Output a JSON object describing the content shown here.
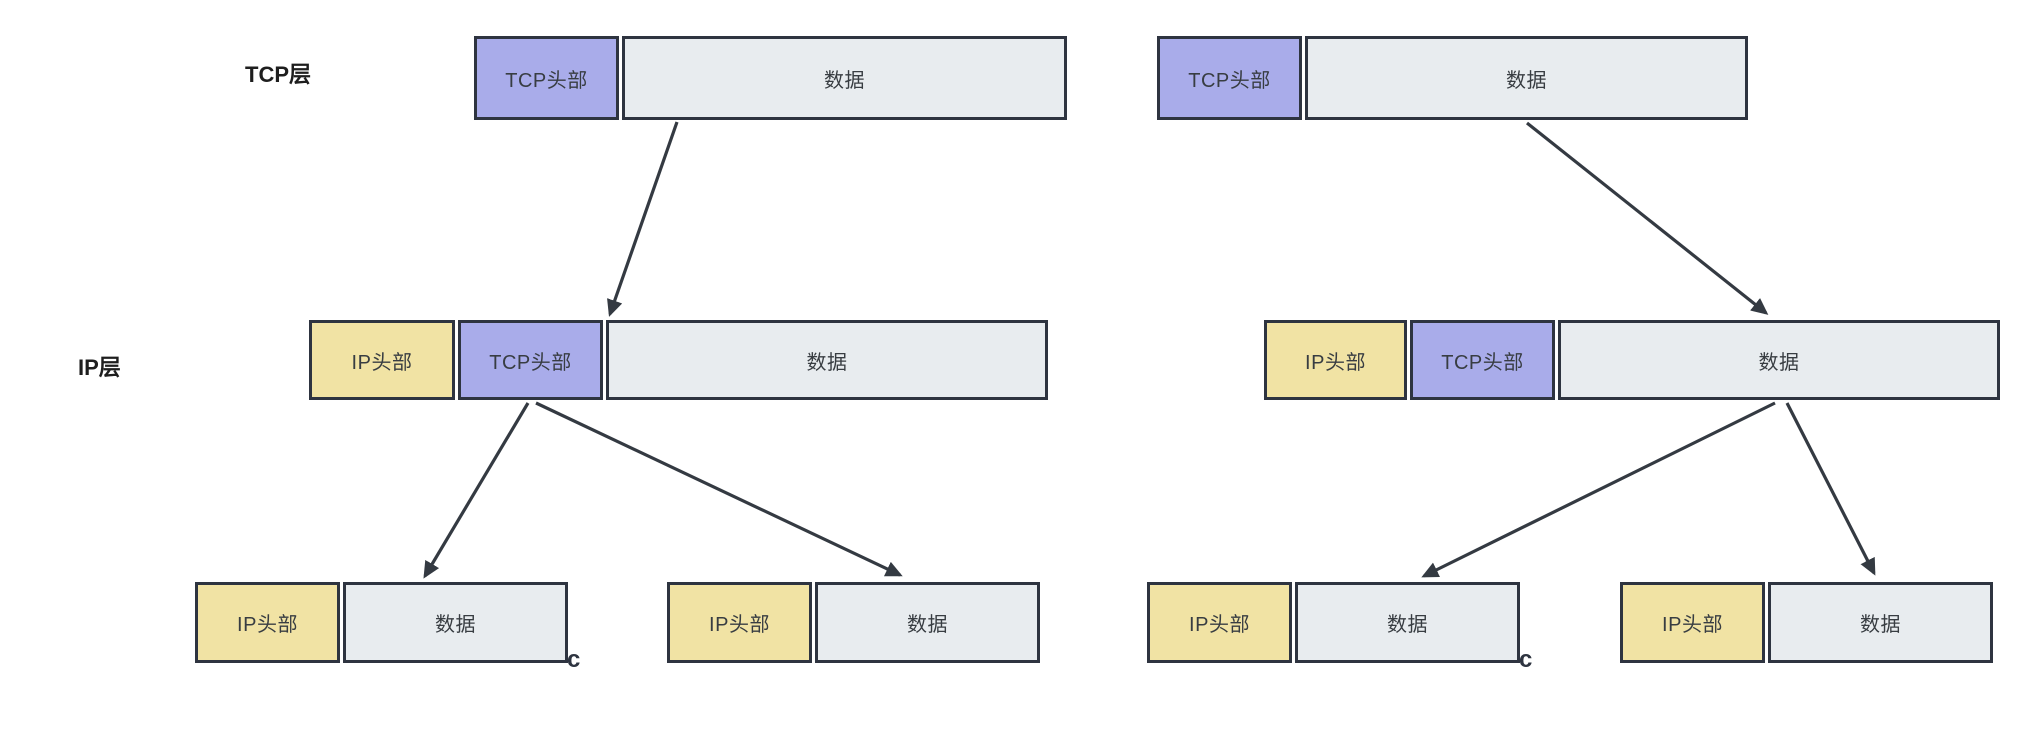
{
  "colors": {
    "tcp-header-fill": "#A9ACEA",
    "ip-header-fill": "#F1E3A4",
    "data-fill": "#E8ECEF",
    "border": "#2E3440",
    "arrow": "#343A42",
    "segment-text": "#383D42",
    "label-text": "#1E1E1E"
  },
  "labels": {
    "tcp_layer": "TCP层",
    "ip_layer": "IP层"
  },
  "left": {
    "tcp_packet": {
      "header": "TCP头部",
      "data": "数据"
    },
    "ip_packet": {
      "ip_header": "IP头部",
      "tcp_header": "TCP头部",
      "data": "数据"
    },
    "fragment1": {
      "ip_header": "IP头部",
      "data": "数据",
      "stray_char": "c"
    },
    "fragment2": {
      "ip_header": "IP头部",
      "data": "数据"
    }
  },
  "right": {
    "tcp_packet": {
      "header": "TCP头部",
      "data": "数据"
    },
    "ip_packet": {
      "ip_header": "IP头部",
      "tcp_header": "TCP头部",
      "data": "数据"
    },
    "fragment1": {
      "ip_header": "IP头部",
      "data": "数据",
      "stray_char": "c"
    },
    "fragment2": {
      "ip_header": "IP头部",
      "data": "数据"
    }
  }
}
